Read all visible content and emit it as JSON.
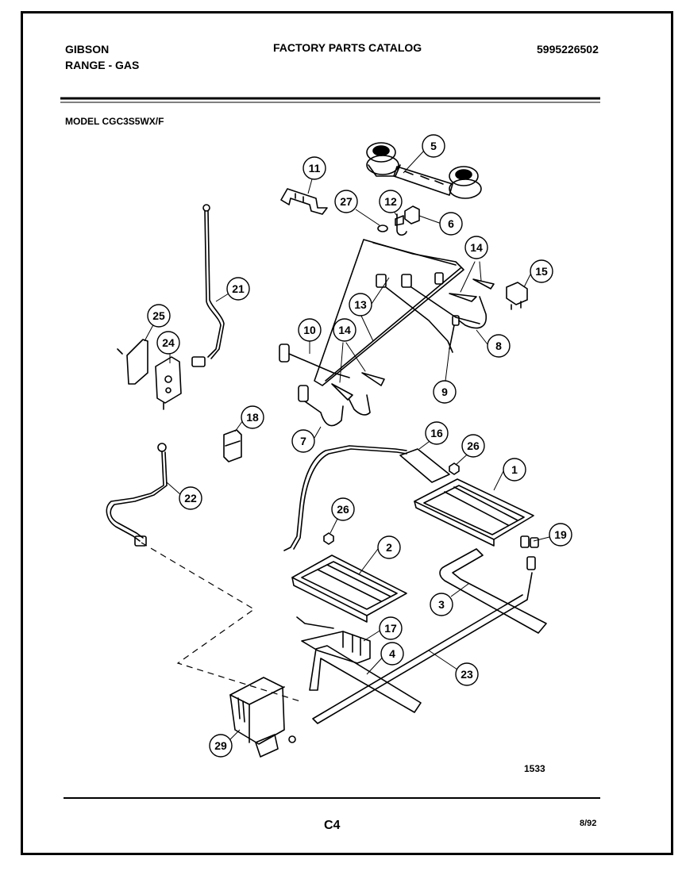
{
  "header": {
    "brand": "GIBSON",
    "product": "RANGE - GAS",
    "catalog_title": "FACTORY PARTS CATALOG",
    "part_number": "5995226502",
    "model_label": "MODEL CGC3S5WX/F"
  },
  "diagram": {
    "figure_number": "1533",
    "callouts": [
      "1",
      "2",
      "3",
      "4",
      "5",
      "6",
      "7",
      "8",
      "9",
      "10",
      "11",
      "12",
      "13",
      "14",
      "14",
      "15",
      "16",
      "17",
      "18",
      "19",
      "21",
      "22",
      "23",
      "24",
      "25",
      "26",
      "26",
      "27",
      "29"
    ]
  },
  "footer": {
    "page_code": "C4",
    "date": "8/92"
  }
}
